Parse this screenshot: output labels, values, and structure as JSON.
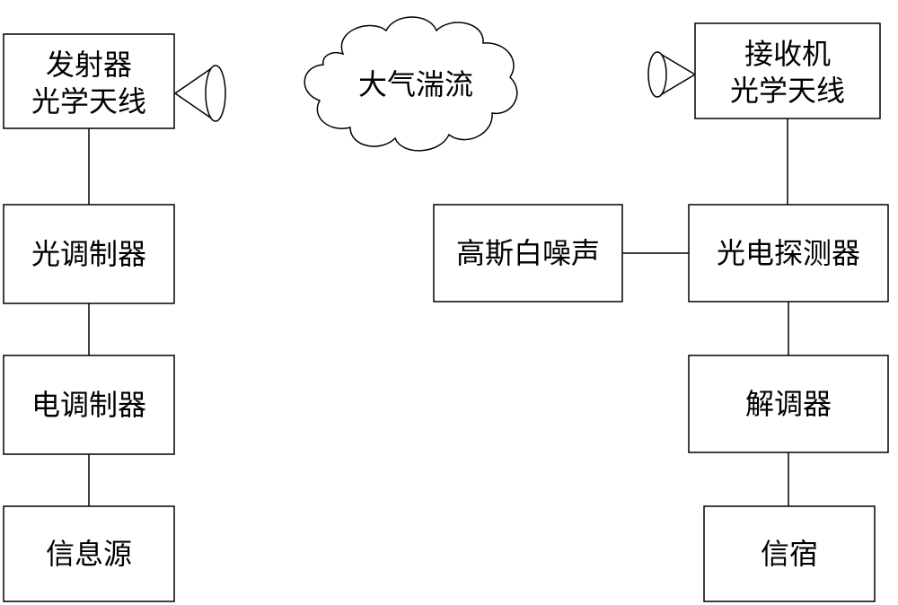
{
  "transmitter": {
    "antenna_line1": "发射器",
    "antenna_line2": "光学天线",
    "optical_modulator": "光调制器",
    "electrical_modulator": "电调制器",
    "information_source": "信息源"
  },
  "channel": {
    "turbulence": "大气湍流"
  },
  "receiver": {
    "antenna_line1": "接收机",
    "antenna_line2": "光学天线",
    "photodetector": "光电探测器",
    "demodulator": "解调器",
    "sink": "信宿"
  },
  "noise": {
    "label": "高斯白噪声"
  }
}
